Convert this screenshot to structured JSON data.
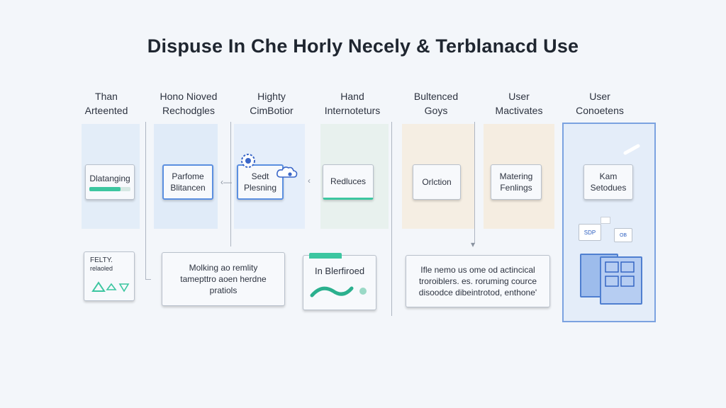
{
  "title": "Dispuse In Che Horly Necely & Terblanacd Use",
  "columns": [
    {
      "line1": "Than",
      "line2": "Arteented"
    },
    {
      "line1": "Hono Nioved",
      "line2": "Rechodgles"
    },
    {
      "line1": "Highty",
      "line2": "CimBotior"
    },
    {
      "line1": "Hand",
      "line2": "Internoteturs"
    },
    {
      "line1": "Bultenced",
      "line2": "Goys"
    },
    {
      "line1": "User",
      "line2": "Mactivates"
    },
    {
      "line1": "User",
      "line2": "Conoetens"
    }
  ],
  "row1": {
    "box1": {
      "text": "Dlatanging",
      "progress": 0.75
    },
    "box2": {
      "line1": "Parfome",
      "line2": "Blitancen"
    },
    "box3": {
      "line1": "Sedt",
      "line2": "Plesning"
    },
    "box4": {
      "text": "Redluces"
    },
    "box5": {
      "text": "Orlction"
    },
    "box6": {
      "line1": "Matering",
      "line2": "Fenlings"
    },
    "box7": {
      "line1": "Kam",
      "line2": "Setodues"
    }
  },
  "row2": {
    "box1": {
      "line1": "FELTY.",
      "line2": "relaoled"
    },
    "box2": {
      "line1": "Molking ao remlity",
      "line2": "tamepttro aoen herdne",
      "line3": "pratiols"
    },
    "box3": {
      "text": "In Blerfiroed"
    },
    "box4": {
      "line1": "Ifle nemo us ome od actincical",
      "line2": "troroiblers. es. roruming cource",
      "line3": "disoodce dibeintrotod, enthone'"
    }
  },
  "icons": {
    "side_badge1": "SDP",
    "side_badge2": "OB"
  },
  "colors": {
    "accent_teal": "#3cc6a0",
    "accent_blue": "#5b8fe0",
    "band_blue": "#e2ecf8",
    "band_beige": "#f4ede2",
    "band_green": "#e6f1ee"
  }
}
